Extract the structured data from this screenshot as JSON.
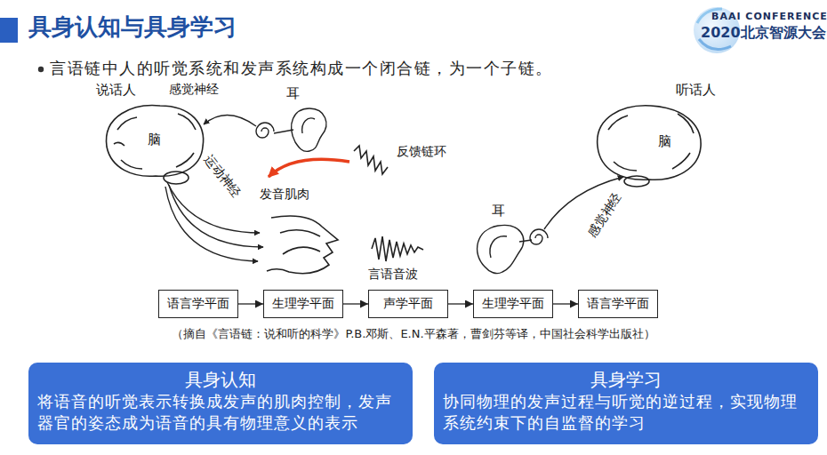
{
  "diagram": {
    "title": "具身认知与具身学习",
    "caption": "（摘自《言语链：说和听的科学》P.B.邓斯、E.N.平森著，曹剑芬等译，中国社会科学出版社）",
    "nodes": [
      {
        "text": [
          "语言学平面"
        ]
      },
      {
        "text": [
          "生理学平面"
        ]
      },
      {
        "text": [
          "声学平面"
        ]
      },
      {
        "text": [
          "生理学平面"
        ]
      },
      {
        "text": [
          "语言学平面"
        ]
      },
      {
        "text": [
          "具身认知",
          "将语音的听觉表示转换成发声的肌肉控制，发声 器官的姿态成为语音的具有物理意义的表示"
        ]
      },
      {
        "text": [
          "具身学习",
          "协同物理的发声过程与听觉的逆过程，实现物理 系统约束下的自监督的学习"
        ]
      }
    ],
    "edges": [
      {
        "from": 0,
        "to": 1,
        "arrow": "to"
      },
      {
        "from": 1,
        "to": 2,
        "arrow": "to"
      },
      {
        "from": 2,
        "to": 3,
        "arrow": "to"
      },
      {
        "from": 3,
        "to": 4,
        "arrow": "to"
      }
    ],
    "labels": [
      "BAAI CONFERENCE",
      "2020北京智源大会",
      "言语链中人的听觉系统和发声系统构成一个闭合链，为一个子链。",
      "说话人",
      "感觉神经",
      "耳",
      "脑",
      "反馈链环",
      "运动神经",
      "发音肌肉",
      "言语音波",
      "听话人",
      "脑",
      "耳",
      "感觉神经"
    ]
  }
}
